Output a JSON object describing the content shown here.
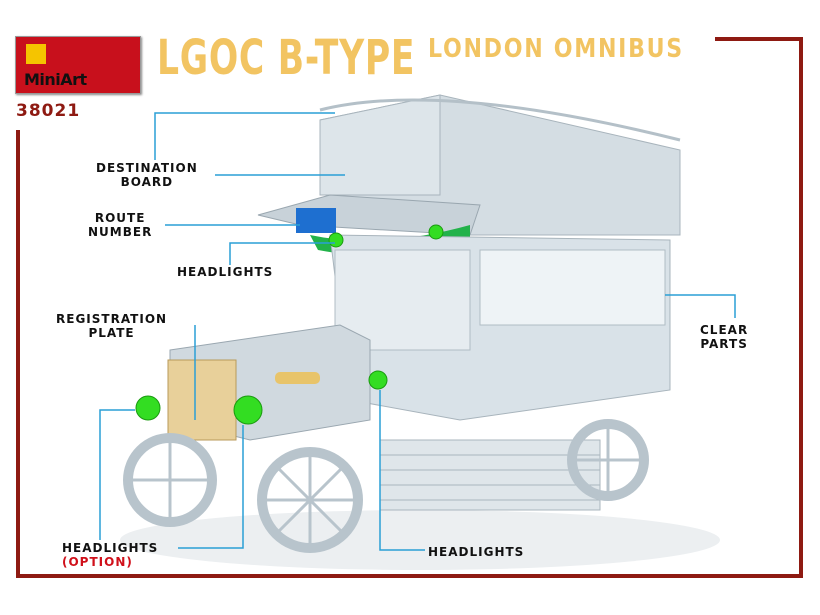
{
  "brand": {
    "name": "MiniArt",
    "kit_number": "38021"
  },
  "title": "LGOC B-TYPE",
  "subtitle": "LONDON OMNIBUS",
  "callouts": {
    "destination_board": [
      "DESTINATION",
      "BOARD"
    ],
    "route_number": [
      "ROUTE",
      "NUMBER"
    ],
    "headlights_top": "HEADLIGHTS",
    "registration_plate": [
      "REGISTRATION",
      "PLATE"
    ],
    "clear_parts": [
      "CLEAR",
      "PARTS"
    ],
    "headlights_option": "HEADLIGHTS",
    "option_note": "(OPTION)",
    "headlights_bottom": "HEADLIGHTS"
  },
  "colors": {
    "frame": "#8e1a12",
    "title": "#f2c462",
    "leader": "#2a9fd6",
    "accent_green": "#33dd22",
    "accent_blue": "#1e6fd0"
  }
}
